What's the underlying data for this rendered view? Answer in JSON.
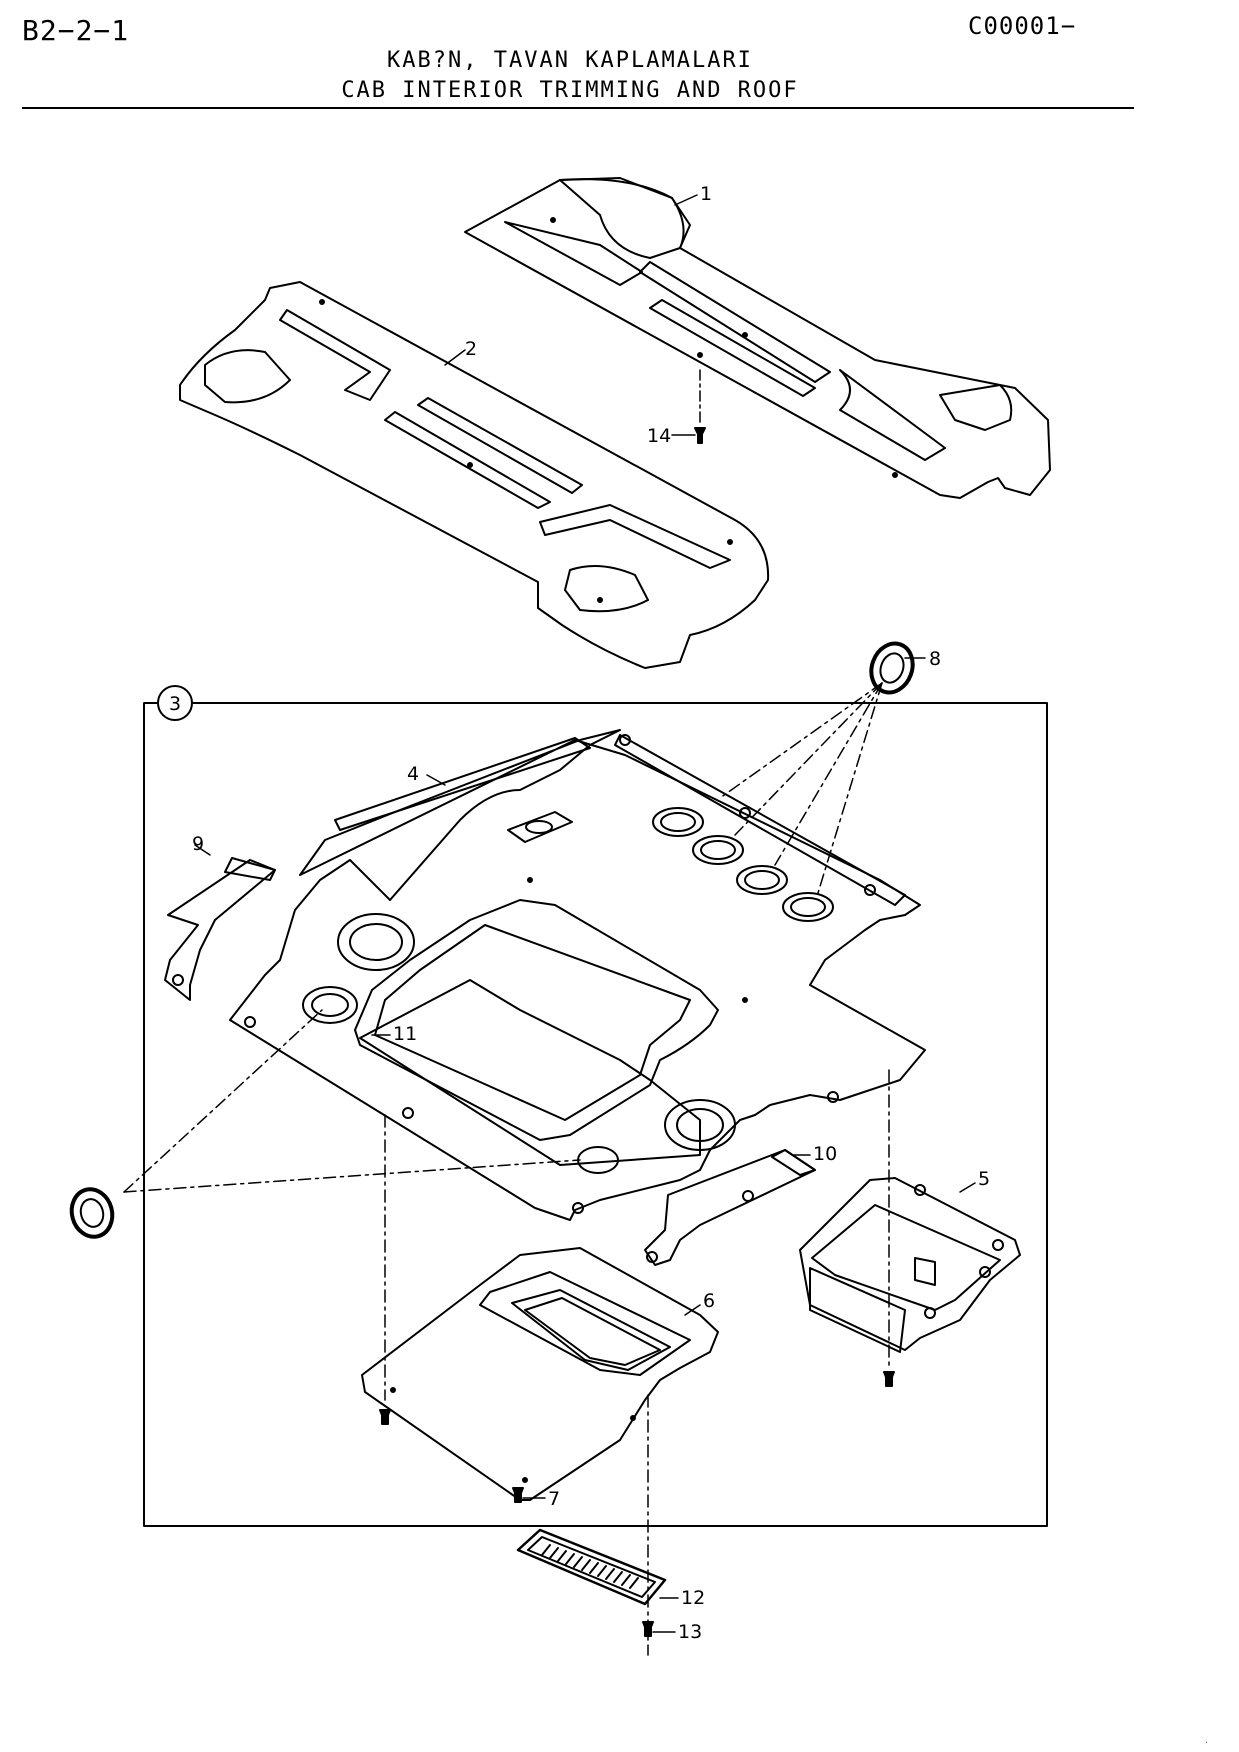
{
  "header": {
    "page_code": "B2−2−1",
    "doc_code": "C00001−",
    "title_tr": "KAB?N, TAVAN KAPLAMALARI",
    "title_en": "CAB INTERIOR TRIMMING AND ROOF"
  },
  "callouts": {
    "c1": "1",
    "c2": "2",
    "c3": "3",
    "c4": "4",
    "c5": "5",
    "c6": "6",
    "c7": "7",
    "c8": "8",
    "c9": "9",
    "c10": "10",
    "c11": "11",
    "c12": "12",
    "c13": "13",
    "c14": "14"
  },
  "footer": {
    "corner_mark": "."
  }
}
